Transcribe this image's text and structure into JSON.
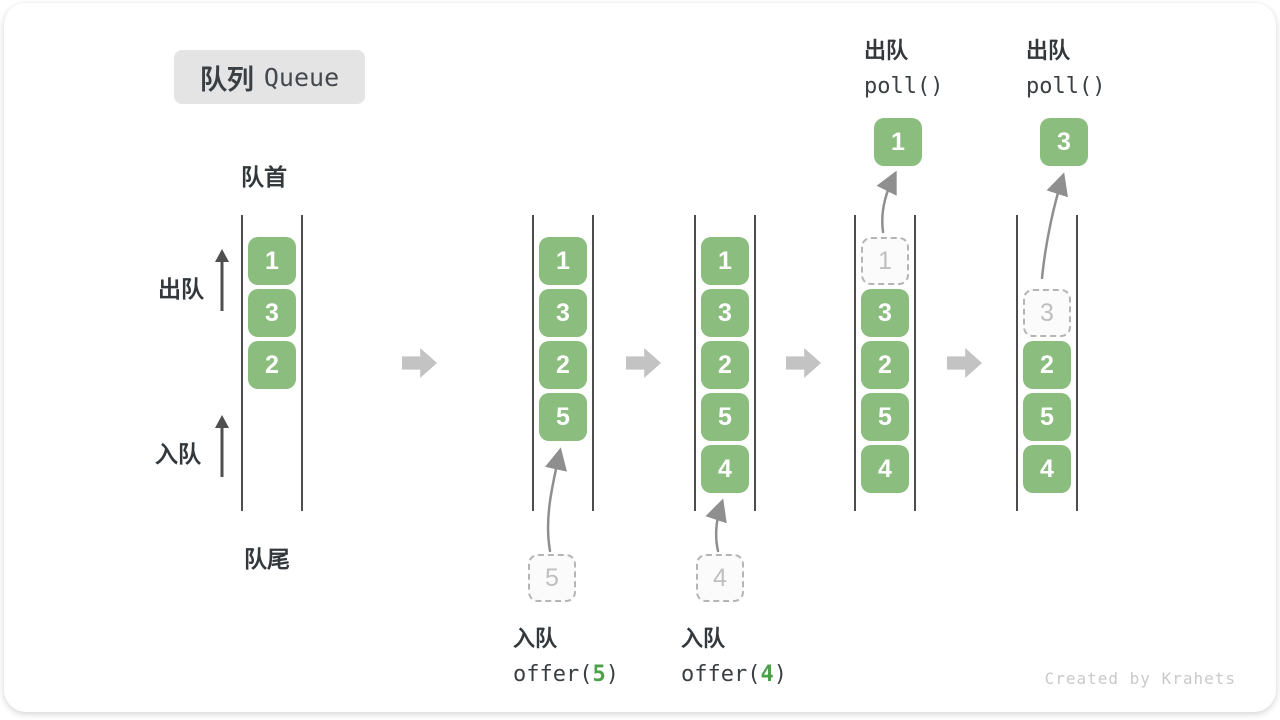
{
  "title": {
    "zh": "队列",
    "en": "Queue"
  },
  "labels": {
    "front": "队首",
    "rear": "队尾",
    "dequeue": "出队",
    "enqueue": "入队"
  },
  "states": [
    {
      "boxes": [
        "1",
        "3",
        "2"
      ]
    },
    {
      "boxes": [
        "1",
        "3",
        "2",
        "5"
      ],
      "incoming": "5"
    },
    {
      "boxes": [
        "1",
        "3",
        "2",
        "5",
        "4"
      ],
      "incoming": "4"
    },
    {
      "boxes": [
        "3",
        "2",
        "5",
        "4"
      ],
      "removed": "1",
      "outgoing": "1"
    },
    {
      "boxes": [
        "2",
        "5",
        "4"
      ],
      "removed": "3",
      "outgoing": "3"
    }
  ],
  "operations": {
    "enqueue5": {
      "action": "入队",
      "fn_open": "offer(",
      "arg": "5",
      "fn_close": ")"
    },
    "enqueue4": {
      "action": "入队",
      "fn_open": "offer(",
      "arg": "4",
      "fn_close": ")"
    },
    "poll1": {
      "action": "出队",
      "fn": "poll()"
    },
    "poll2": {
      "action": "出队",
      "fn": "poll()"
    }
  },
  "watermark": "Created by Krahets",
  "colors": {
    "box_green": "#8bbd7e",
    "arg_green": "#4aa148",
    "ghost_border": "#b5b5b5",
    "block_arrow_gray": "#c3c3c3",
    "curve_arrow_gray": "#8f8f8f"
  }
}
